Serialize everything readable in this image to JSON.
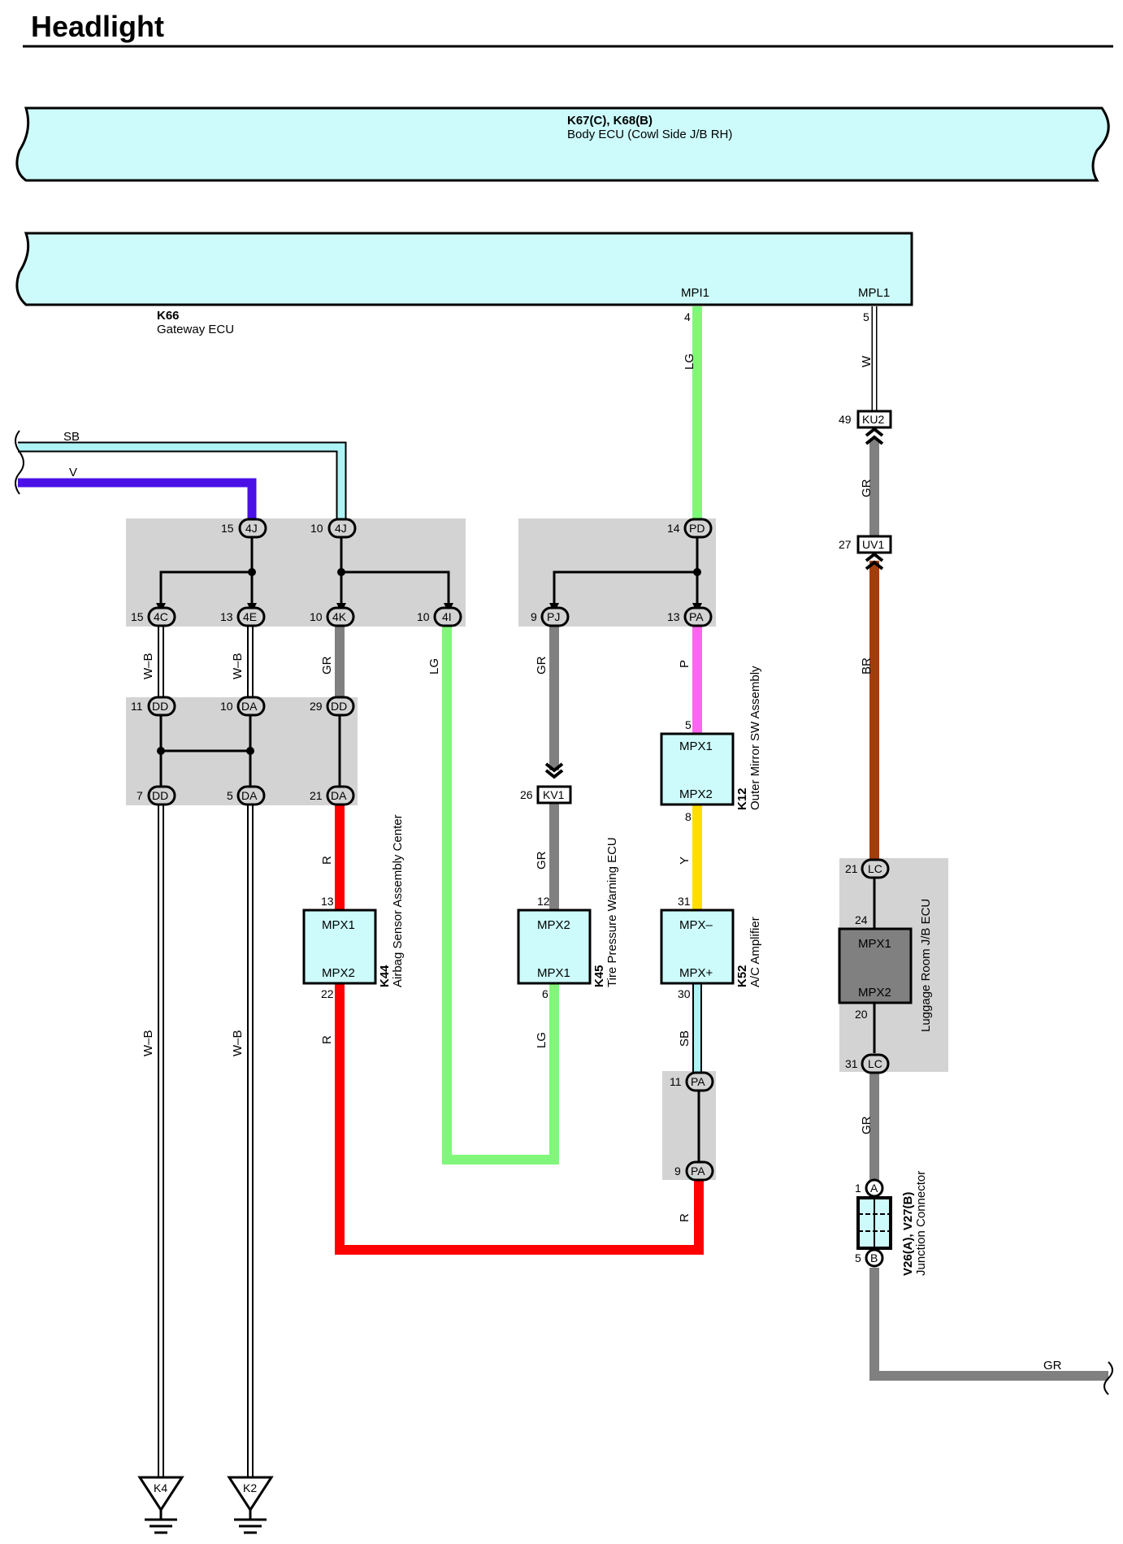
{
  "title": "Headlight",
  "colors": {
    "SB": "#aef4f7",
    "V": "#4a10e6",
    "LG": "#80f77a",
    "W": "#ffffff",
    "GR": "#808080",
    "BR": "#a33d0c",
    "R": "#ff0000",
    "P": "#ff66ee",
    "Y": "#ffdd00",
    "WB": "#ffffff",
    "ecu": "#cdfbfb",
    "junction": "#d3d3d3"
  },
  "ecus": {
    "body": {
      "code": "K67(C), K68(B)",
      "name": "Body ECU (Cowl Side J/B RH)"
    },
    "gateway": {
      "code": "K66",
      "name": "Gateway ECU",
      "pin_mpi1": "MPI1",
      "pin_mpl1": "MPL1",
      "num_mpi1": "4",
      "num_mpl1": "5"
    }
  },
  "wires": {
    "sb_in": "SB",
    "v_in": "V",
    "lg_top": "LG",
    "w_top": "W",
    "gr_ku2": "GR",
    "br_uv1": "BR",
    "wb_1": "W–B",
    "wb_2": "W–B",
    "gr_4k": "GR",
    "lg_4i": "LG",
    "gr_pj": "GR",
    "p_pa": "P",
    "wb_3": "W–B",
    "wb_4": "W–B",
    "r_da": "R",
    "gr_kv1": "GR",
    "y_k12": "Y",
    "r_k44": "R",
    "lg_k45": "LG",
    "sb_k52": "SB",
    "r_pa": "R",
    "gr_lc": "GR",
    "gr_out": "GR"
  },
  "connectors": {
    "c4j_a": {
      "label": "4J",
      "pin": "15"
    },
    "c4j_b": {
      "label": "4J",
      "pin": "10"
    },
    "c4c": {
      "label": "4C",
      "pin": "15"
    },
    "c4e": {
      "label": "4E",
      "pin": "13"
    },
    "c4k": {
      "label": "4K",
      "pin": "10"
    },
    "c4i": {
      "label": "4I",
      "pin": "10"
    },
    "cdd_a": {
      "label": "DD",
      "pin": "11"
    },
    "cda_a": {
      "label": "DA",
      "pin": "10"
    },
    "cdd_b": {
      "label": "DD",
      "pin": "29"
    },
    "cdd_c": {
      "label": "DD",
      "pin": "7"
    },
    "cda_b": {
      "label": "DA",
      "pin": "5"
    },
    "cda_c": {
      "label": "DA",
      "pin": "21"
    },
    "cpd": {
      "label": "PD",
      "pin": "14"
    },
    "cpj": {
      "label": "PJ",
      "pin": "9"
    },
    "cpa_a": {
      "label": "PA",
      "pin": "13"
    },
    "cpa_b": {
      "label": "PA",
      "pin": "11"
    },
    "cpa_c": {
      "label": "PA",
      "pin": "9"
    },
    "ku2": {
      "label": "KU2",
      "pin": "49"
    },
    "uv1": {
      "label": "UV1",
      "pin": "27"
    },
    "kv1": {
      "label": "KV1",
      "pin": "26"
    },
    "clc_a": {
      "label": "LC",
      "pin": "21"
    },
    "clc_b": {
      "label": "LC",
      "pin": "31"
    },
    "jc_a": {
      "label": "A",
      "pin": "1"
    },
    "jc_b": {
      "label": "B",
      "pin": "5"
    }
  },
  "components": {
    "k44": {
      "code": "K44",
      "name": "Airbag Sensor Assembly Center",
      "top": "MPX1",
      "bottom": "MPX2",
      "pin_top": "13",
      "pin_bottom": "22"
    },
    "k45": {
      "code": "K45",
      "name": "Tire Pressure Warning ECU",
      "top": "MPX2",
      "bottom": "MPX1",
      "pin_top": "12",
      "pin_bottom": "6"
    },
    "k12": {
      "code": "K12",
      "name": "Outer Mirror SW Assembly",
      "top": "MPX1",
      "bottom": "MPX2",
      "pin_top": "5",
      "pin_bottom": "8"
    },
    "k52": {
      "code": "K52",
      "name": "A/C Amplifier",
      "top": "MPX–",
      "bottom": "MPX+",
      "pin_top": "31",
      "pin_bottom": "30"
    },
    "luggage": {
      "name": "Luggage Room J/B ECU",
      "top": "MPX1",
      "bottom": "MPX2",
      "pin_top": "24",
      "pin_bottom": "20"
    },
    "jconn": {
      "code": "V26(A), V27(B)",
      "name": "Junction Connector"
    }
  },
  "grounds": {
    "g1": "K4",
    "g2": "K2"
  }
}
